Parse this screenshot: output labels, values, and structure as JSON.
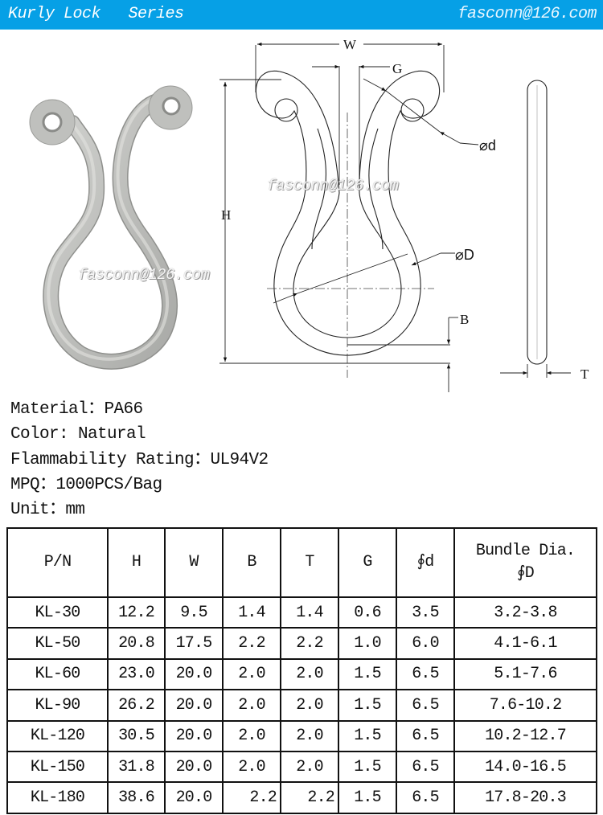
{
  "header": {
    "title": "Kurly Lock   Series",
    "email": "fasconn@126.com",
    "background_color": "#06a0e6"
  },
  "watermarks": [
    "fasconn@126.com",
    "fasconn@126.com"
  ],
  "drawing": {
    "labels": {
      "width": "W",
      "gap": "G",
      "height": "H",
      "hole_dia": "⌀d",
      "bundle_dia": "⌀D",
      "base": "B",
      "thickness": "T"
    }
  },
  "product_color": "#c4c5c2",
  "specs": [
    {
      "label": "Material",
      "sep": "：",
      "value": "PA66"
    },
    {
      "label": "Color",
      "sep": ": ",
      "value": "Natural"
    },
    {
      "label": "Flammability Rating",
      "sep": "：",
      "value": "UL94V2"
    },
    {
      "label": "MPQ",
      "sep": "：",
      "value": "1000PCS/Bag"
    },
    {
      "label": "Unit",
      "sep": "：",
      "value": "mm"
    }
  ],
  "table": {
    "headers": [
      "P/N",
      "H",
      "W",
      "B",
      "T",
      "G",
      "∮d",
      "Bundle Dia.",
      "∮D"
    ],
    "rows": [
      [
        "KL-30",
        "12.2",
        "9.5",
        "1.4",
        "1.4",
        "0.6",
        "3.5",
        "3.2-3.8"
      ],
      [
        "KL-50",
        "20.8",
        "17.5",
        "2.2",
        "2.2",
        "1.0",
        "6.0",
        "4.1-6.1"
      ],
      [
        "KL-60",
        "23.0",
        "20.0",
        "2.0",
        "2.0",
        "1.5",
        "6.5",
        "5.1-7.6"
      ],
      [
        "KL-90",
        "26.2",
        "20.0",
        "2.0",
        "2.0",
        "1.5",
        "6.5",
        "7.6-10.2"
      ],
      [
        "KL-120",
        "30.5",
        "20.0",
        "2.0",
        "2.0",
        "1.5",
        "6.5",
        "10.2-12.7"
      ],
      [
        "KL-150",
        "31.8",
        "20.0",
        "2.0",
        "2.0",
        "1.5",
        "6.5",
        "14.0-16.5"
      ],
      [
        "KL-180",
        "38.6",
        "20.0",
        "2.2",
        "2.2",
        "1.5",
        "6.5",
        "17.8-20.3"
      ]
    ]
  }
}
